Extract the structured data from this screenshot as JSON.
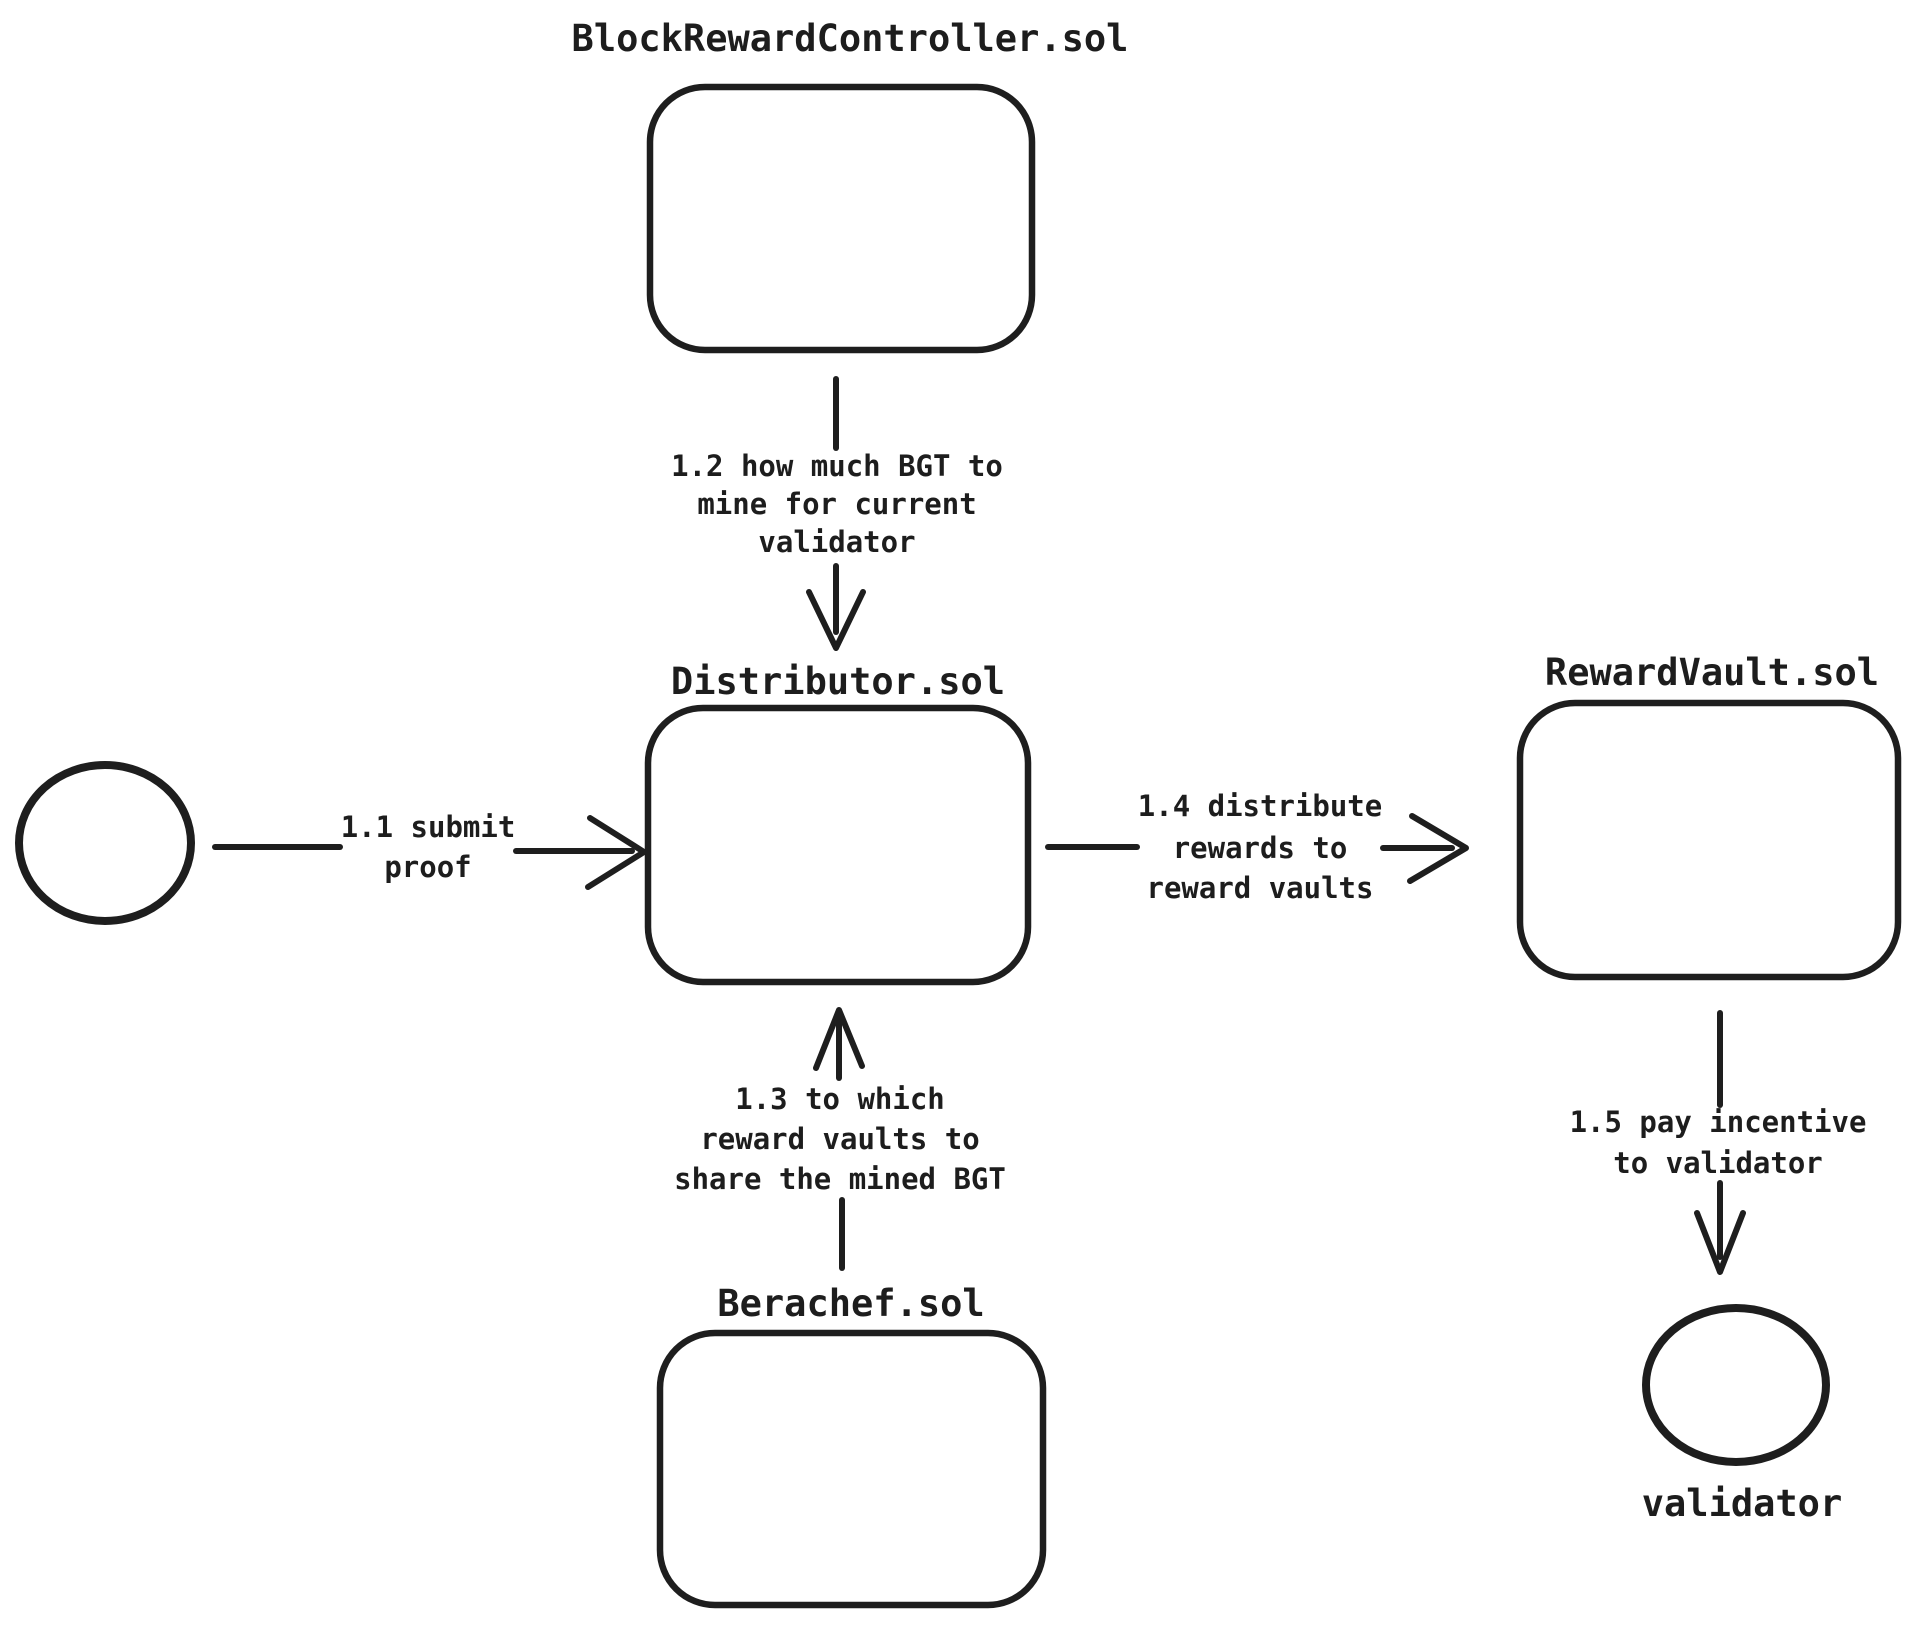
{
  "diagram": {
    "background_color": "#ffffff",
    "ink_color": "#1e1e1e",
    "nodes": {
      "block_reward_controller": {
        "title": "BlockRewardController.sol"
      },
      "distributor": {
        "title": "Distributor.sol"
      },
      "berachef": {
        "title": "Berachef.sol"
      },
      "reward_vault": {
        "title": "RewardVault.sol"
      }
    },
    "actors": {
      "user": {
        "label": ""
      },
      "validator": {
        "label": "validator"
      }
    },
    "edges": {
      "e11": {
        "label_lines": [
          "1.1 submit",
          "proof"
        ]
      },
      "e12": {
        "label_lines": [
          "1.2 how much BGT to",
          "mine for current",
          "validator"
        ]
      },
      "e13": {
        "label_lines": [
          "1.3 to which",
          "reward vaults to",
          "share the mined BGT"
        ]
      },
      "e14": {
        "label_lines": [
          "1.4 distribute",
          "rewards to",
          "reward vaults"
        ]
      },
      "e15": {
        "label_lines": [
          "1.5 pay incentive",
          "to validator"
        ]
      }
    }
  }
}
